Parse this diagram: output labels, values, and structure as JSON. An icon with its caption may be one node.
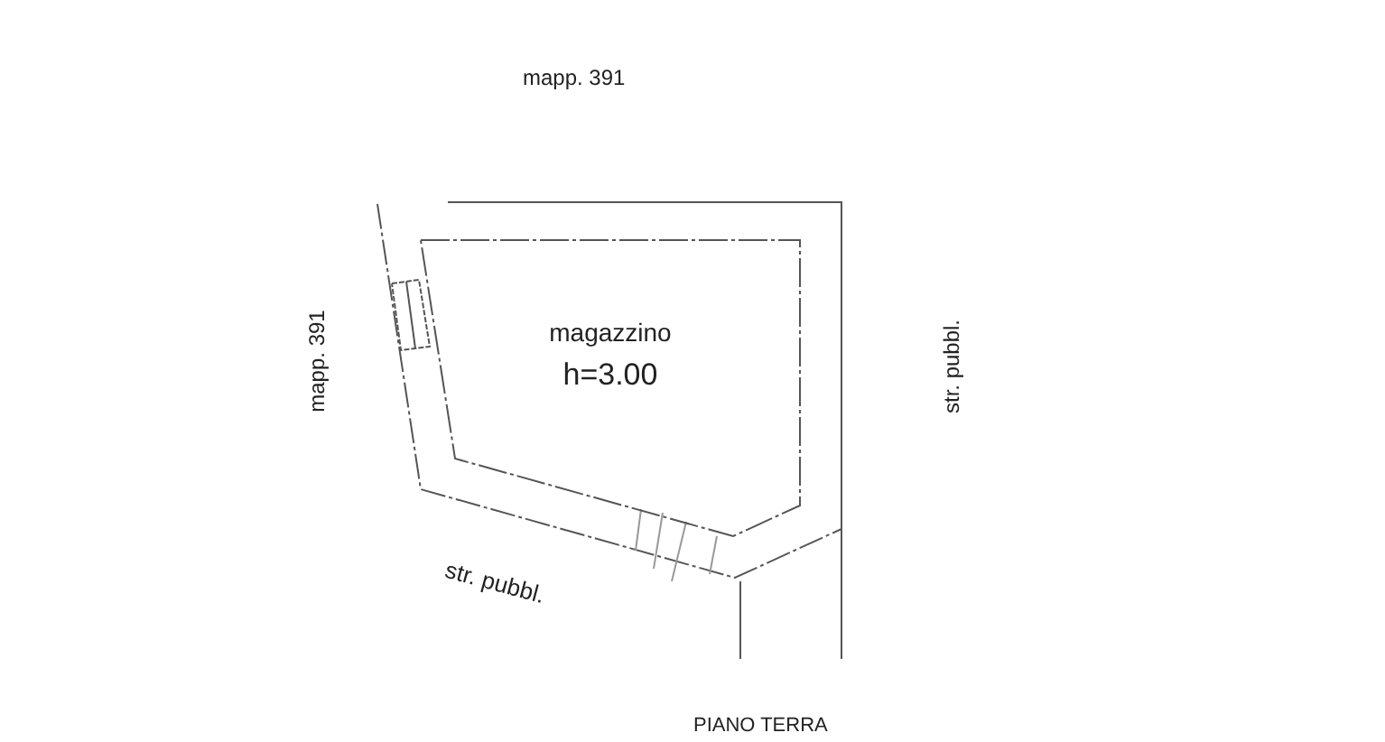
{
  "diagram": {
    "nodes": [
      {
        "text": [
          "magazzino",
          "h=3.00"
        ]
      }
    ],
    "labels": [
      "mapp. 391",
      "mapp. 391",
      "str. pubbl.",
      "str. pubbl.",
      "PIANO TERRA"
    ]
  }
}
